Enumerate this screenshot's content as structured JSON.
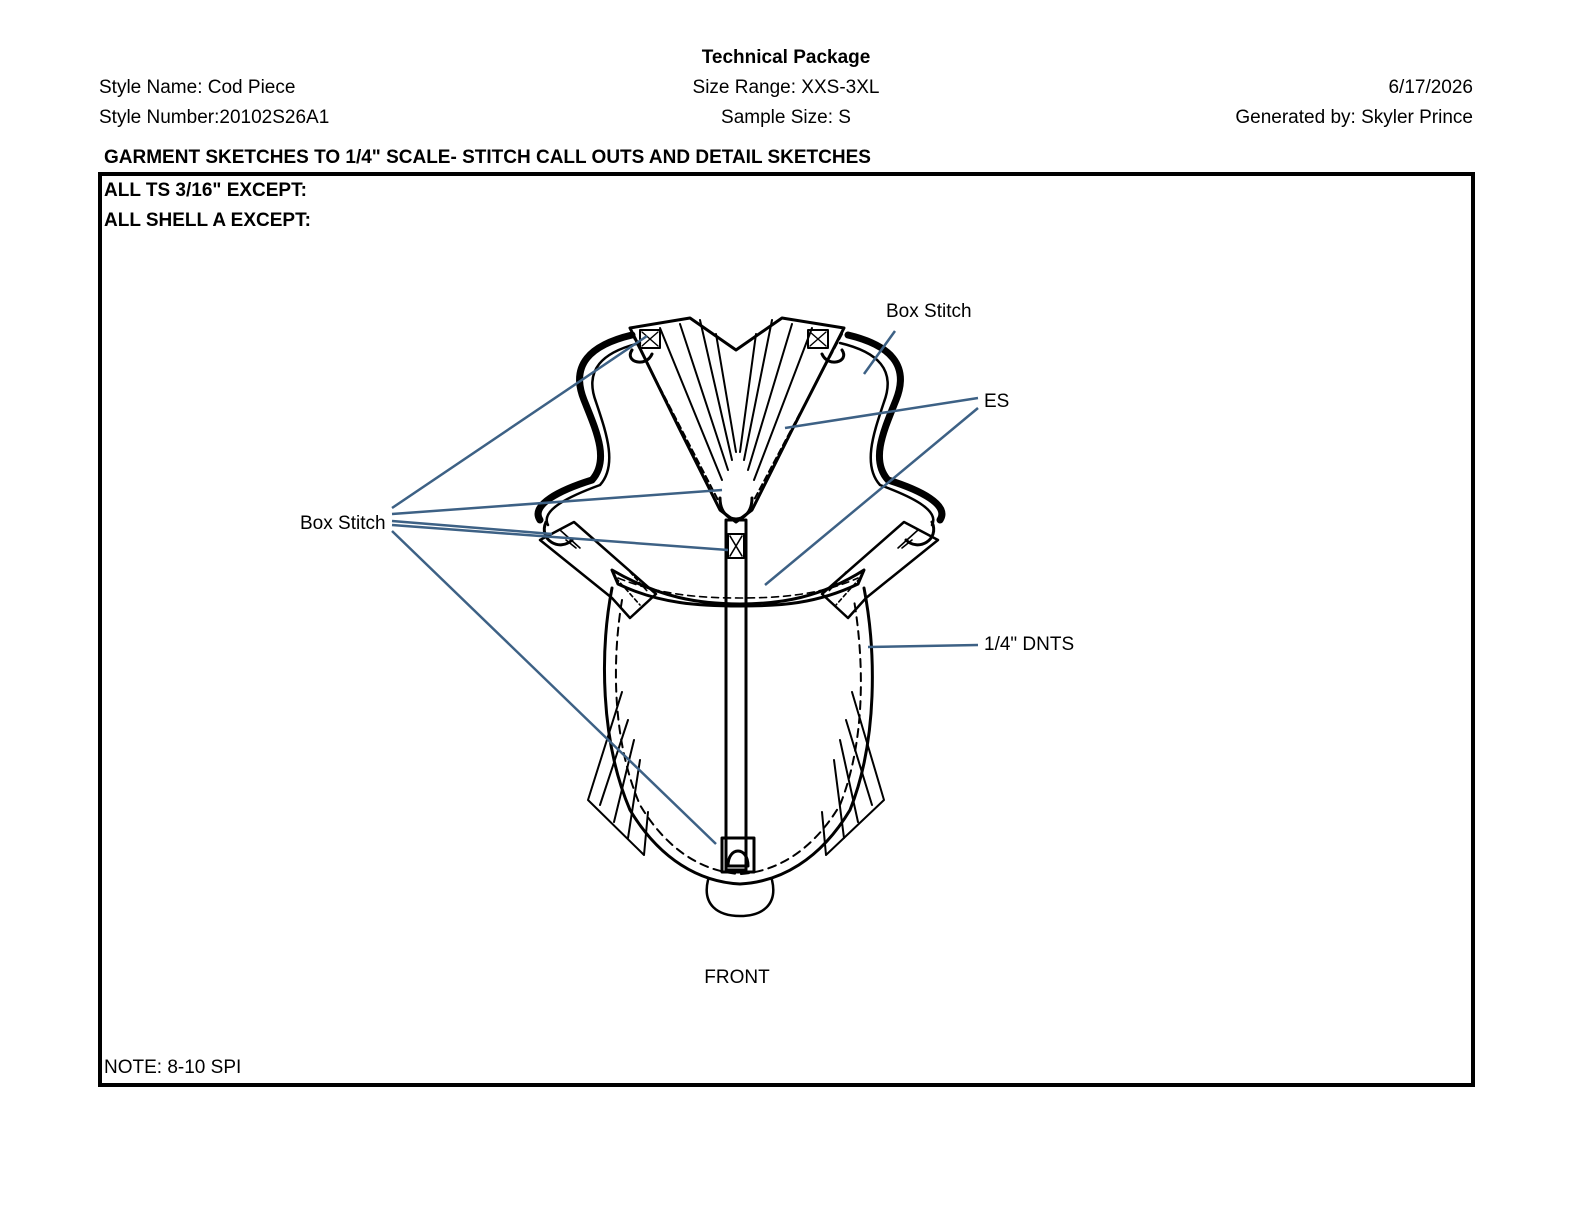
{
  "header": {
    "title": "Technical Package",
    "style_name": "Style Name: Cod Piece",
    "style_number": "Style Number:20102S26A1",
    "size_range": "Size Range: XXS-3XL",
    "sample_size": "Sample Size: S",
    "date": "6/17/2026",
    "generated_by": "Generated by: Skyler Prince"
  },
  "section": {
    "heading": "GARMENT SKETCHES TO 1/4\" SCALE- STITCH CALL OUTS AND DETAIL SKETCHES",
    "line_ts": "ALL TS 3/16\" EXCEPT:",
    "line_shell": "ALL SHELL A EXCEPT:",
    "note": "NOTE:  8-10 SPI"
  },
  "callouts": {
    "box_stitch_top": "Box Stitch",
    "es": "ES",
    "box_stitch_left": "Box Stitch",
    "dnts": "1/4\" DNTS"
  },
  "sketch": {
    "view_label": "FRONT",
    "leader_color": "#3d6185"
  }
}
